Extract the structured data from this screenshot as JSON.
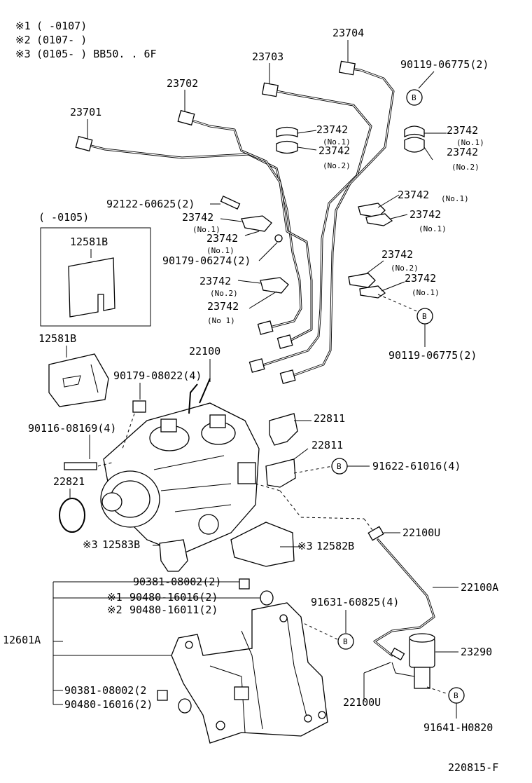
{
  "notes": [
    {
      "mark": "※1",
      "text": "(      -0107)"
    },
    {
      "mark": "※2",
      "text": "(0107-      )"
    },
    {
      "mark": "※3",
      "text": "(0105-      ) BB50. . 6F"
    }
  ],
  "inset": {
    "title": "(      -0105)",
    "part": "12581B"
  },
  "labels": {
    "p23701": "23701",
    "p23702": "23702",
    "p23703": "23703",
    "p23704": "23704",
    "p90119a": "90119-06775(2)",
    "b_marker": "B",
    "p23742": "23742",
    "no1": "(No.1)",
    "no2": "(No.2)",
    "no1b": "(No 1)",
    "p92122": "92122-60625(2)",
    "p90179a": "90179-06274(2)",
    "p90119b": "90119-06775(2)",
    "p12581B": "12581B",
    "p22100": "22100",
    "p90179b": "90179-08022(4)",
    "p90116": "90116-08169(4)",
    "p22821": "22821",
    "p22811": "22811",
    "p91622": "91622-61016(4)",
    "p22100U": "22100U",
    "p12583B": "12583B",
    "p12582B": "12582B",
    "mark3": "※3",
    "p22100A": "22100A",
    "p90381a": "90381-08002(2)",
    "mark1": "※1",
    "mark2": "※2",
    "p90480a": "90480-16016(2)",
    "p90480b": "90480-16011(2)",
    "p91631": "91631-60825(4)",
    "p12601A": "12601A",
    "p23290": "23290",
    "p90381b": "90381-08002(2",
    "p90480c": "90480-16016(2)",
    "p91641": "91641-H0820",
    "figure_id": "220815-F"
  }
}
